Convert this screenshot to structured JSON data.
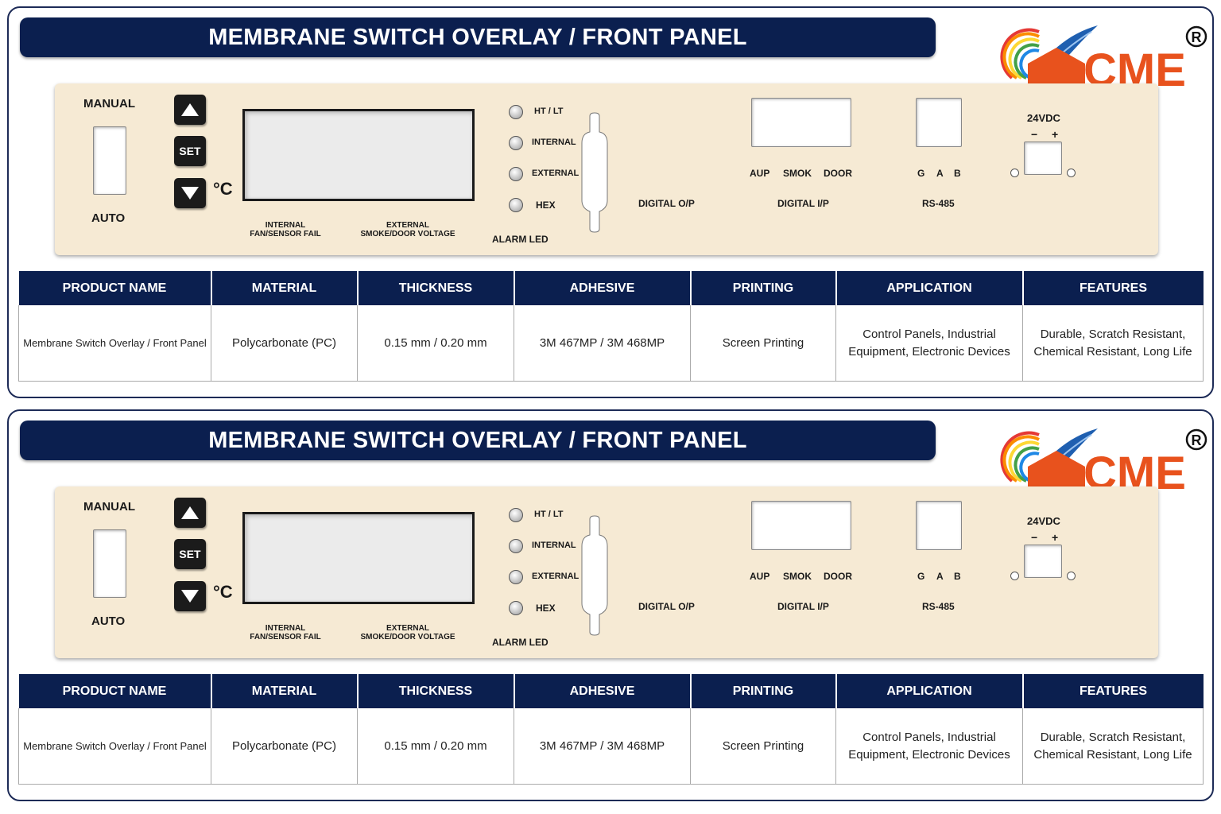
{
  "title": "MEMBRANE SWITCH OVERLAY / FRONT PANEL",
  "logo": {
    "text": "CME",
    "registered": "R",
    "colors": {
      "accent": "#e8521d",
      "feather": "#1f5fb0"
    }
  },
  "panel": {
    "manual": "MANUAL",
    "auto": "AUTO",
    "keys": {
      "up_icon": "up-triangle-icon",
      "set": "SET",
      "down_icon": "down-triangle-icon"
    },
    "unit": "°C",
    "display_labels": {
      "internal_1": "INTERNAL",
      "internal_2": "FAN/SENSOR FAIL",
      "external_1": "EXTERNAL",
      "external_2": "SMOKE/DOOR VOLTAGE"
    },
    "leds": [
      "HT / LT",
      "INTERNAL",
      "EXTERNAL",
      "HEX"
    ],
    "alarm_led": "ALARM LED",
    "digital_op": "DIGITAL O/P",
    "digital_ip_pins": [
      "AUP",
      "SMOK",
      "DOOR"
    ],
    "digital_ip": "DIGITAL I/P",
    "rs485_pins": [
      "G",
      "A",
      "B"
    ],
    "rs485": "RS-485",
    "power": {
      "label": "24VDC",
      "minus": "−",
      "plus": "+"
    },
    "colors": {
      "panel": "#f6ead4",
      "navy": "#0b1f4f"
    }
  },
  "table": {
    "headers": [
      "PRODUCT NAME",
      "MATERIAL",
      "THICKNESS",
      "ADHESIVE",
      "PRINTING",
      "APPLICATION",
      "FEATURES"
    ],
    "row": [
      "Membrane Switch Overlay / Front Panel",
      "Polycarbonate (PC)",
      "0.15 mm / 0.20 mm",
      "3M 467MP / 3M 468MP",
      "Screen Printing",
      "Control Panels, Industrial Equipment, Electronic Devices",
      "Durable, Scratch Resistant, Chemical Resistant, Long Life"
    ]
  }
}
